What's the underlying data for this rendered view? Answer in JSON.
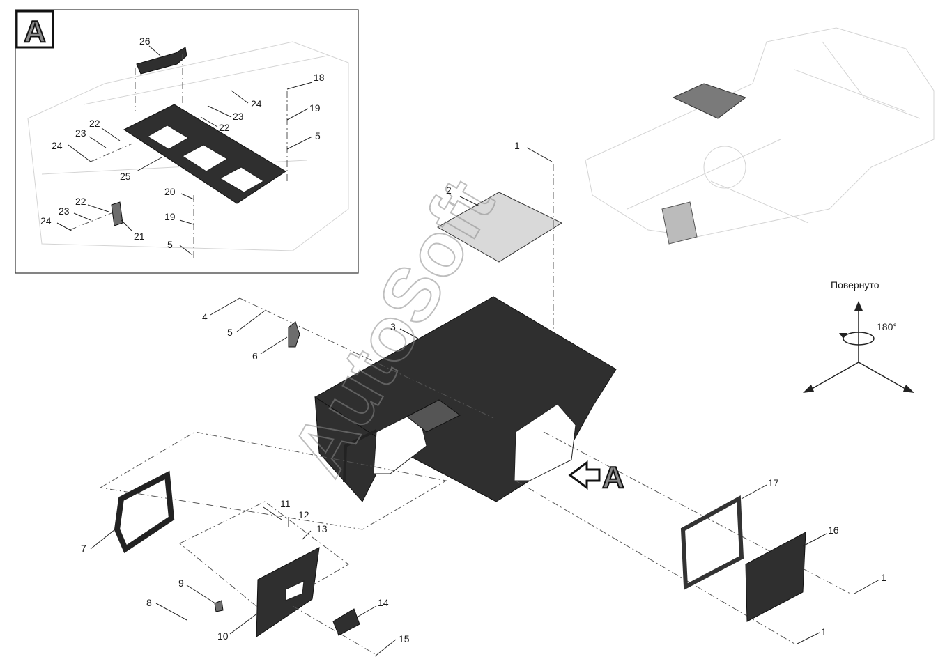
{
  "inset": {
    "view_letter": "A",
    "callouts": [
      "26",
      "18",
      "24",
      "23",
      "19",
      "22",
      "5",
      "22",
      "23",
      "24",
      "25",
      "20",
      "22",
      "19",
      "23",
      "24",
      "21",
      "5"
    ]
  },
  "main_callouts": [
    "1",
    "2",
    "3",
    "4",
    "5",
    "6",
    "7",
    "8",
    "9",
    "10",
    "11",
    "12",
    "13",
    "14",
    "15",
    "16",
    "17",
    "1",
    "1"
  ],
  "view_arrow_letter": "A",
  "rotation": {
    "label": "Повернуто",
    "angle": "180°"
  },
  "watermark": "AutoSoft"
}
